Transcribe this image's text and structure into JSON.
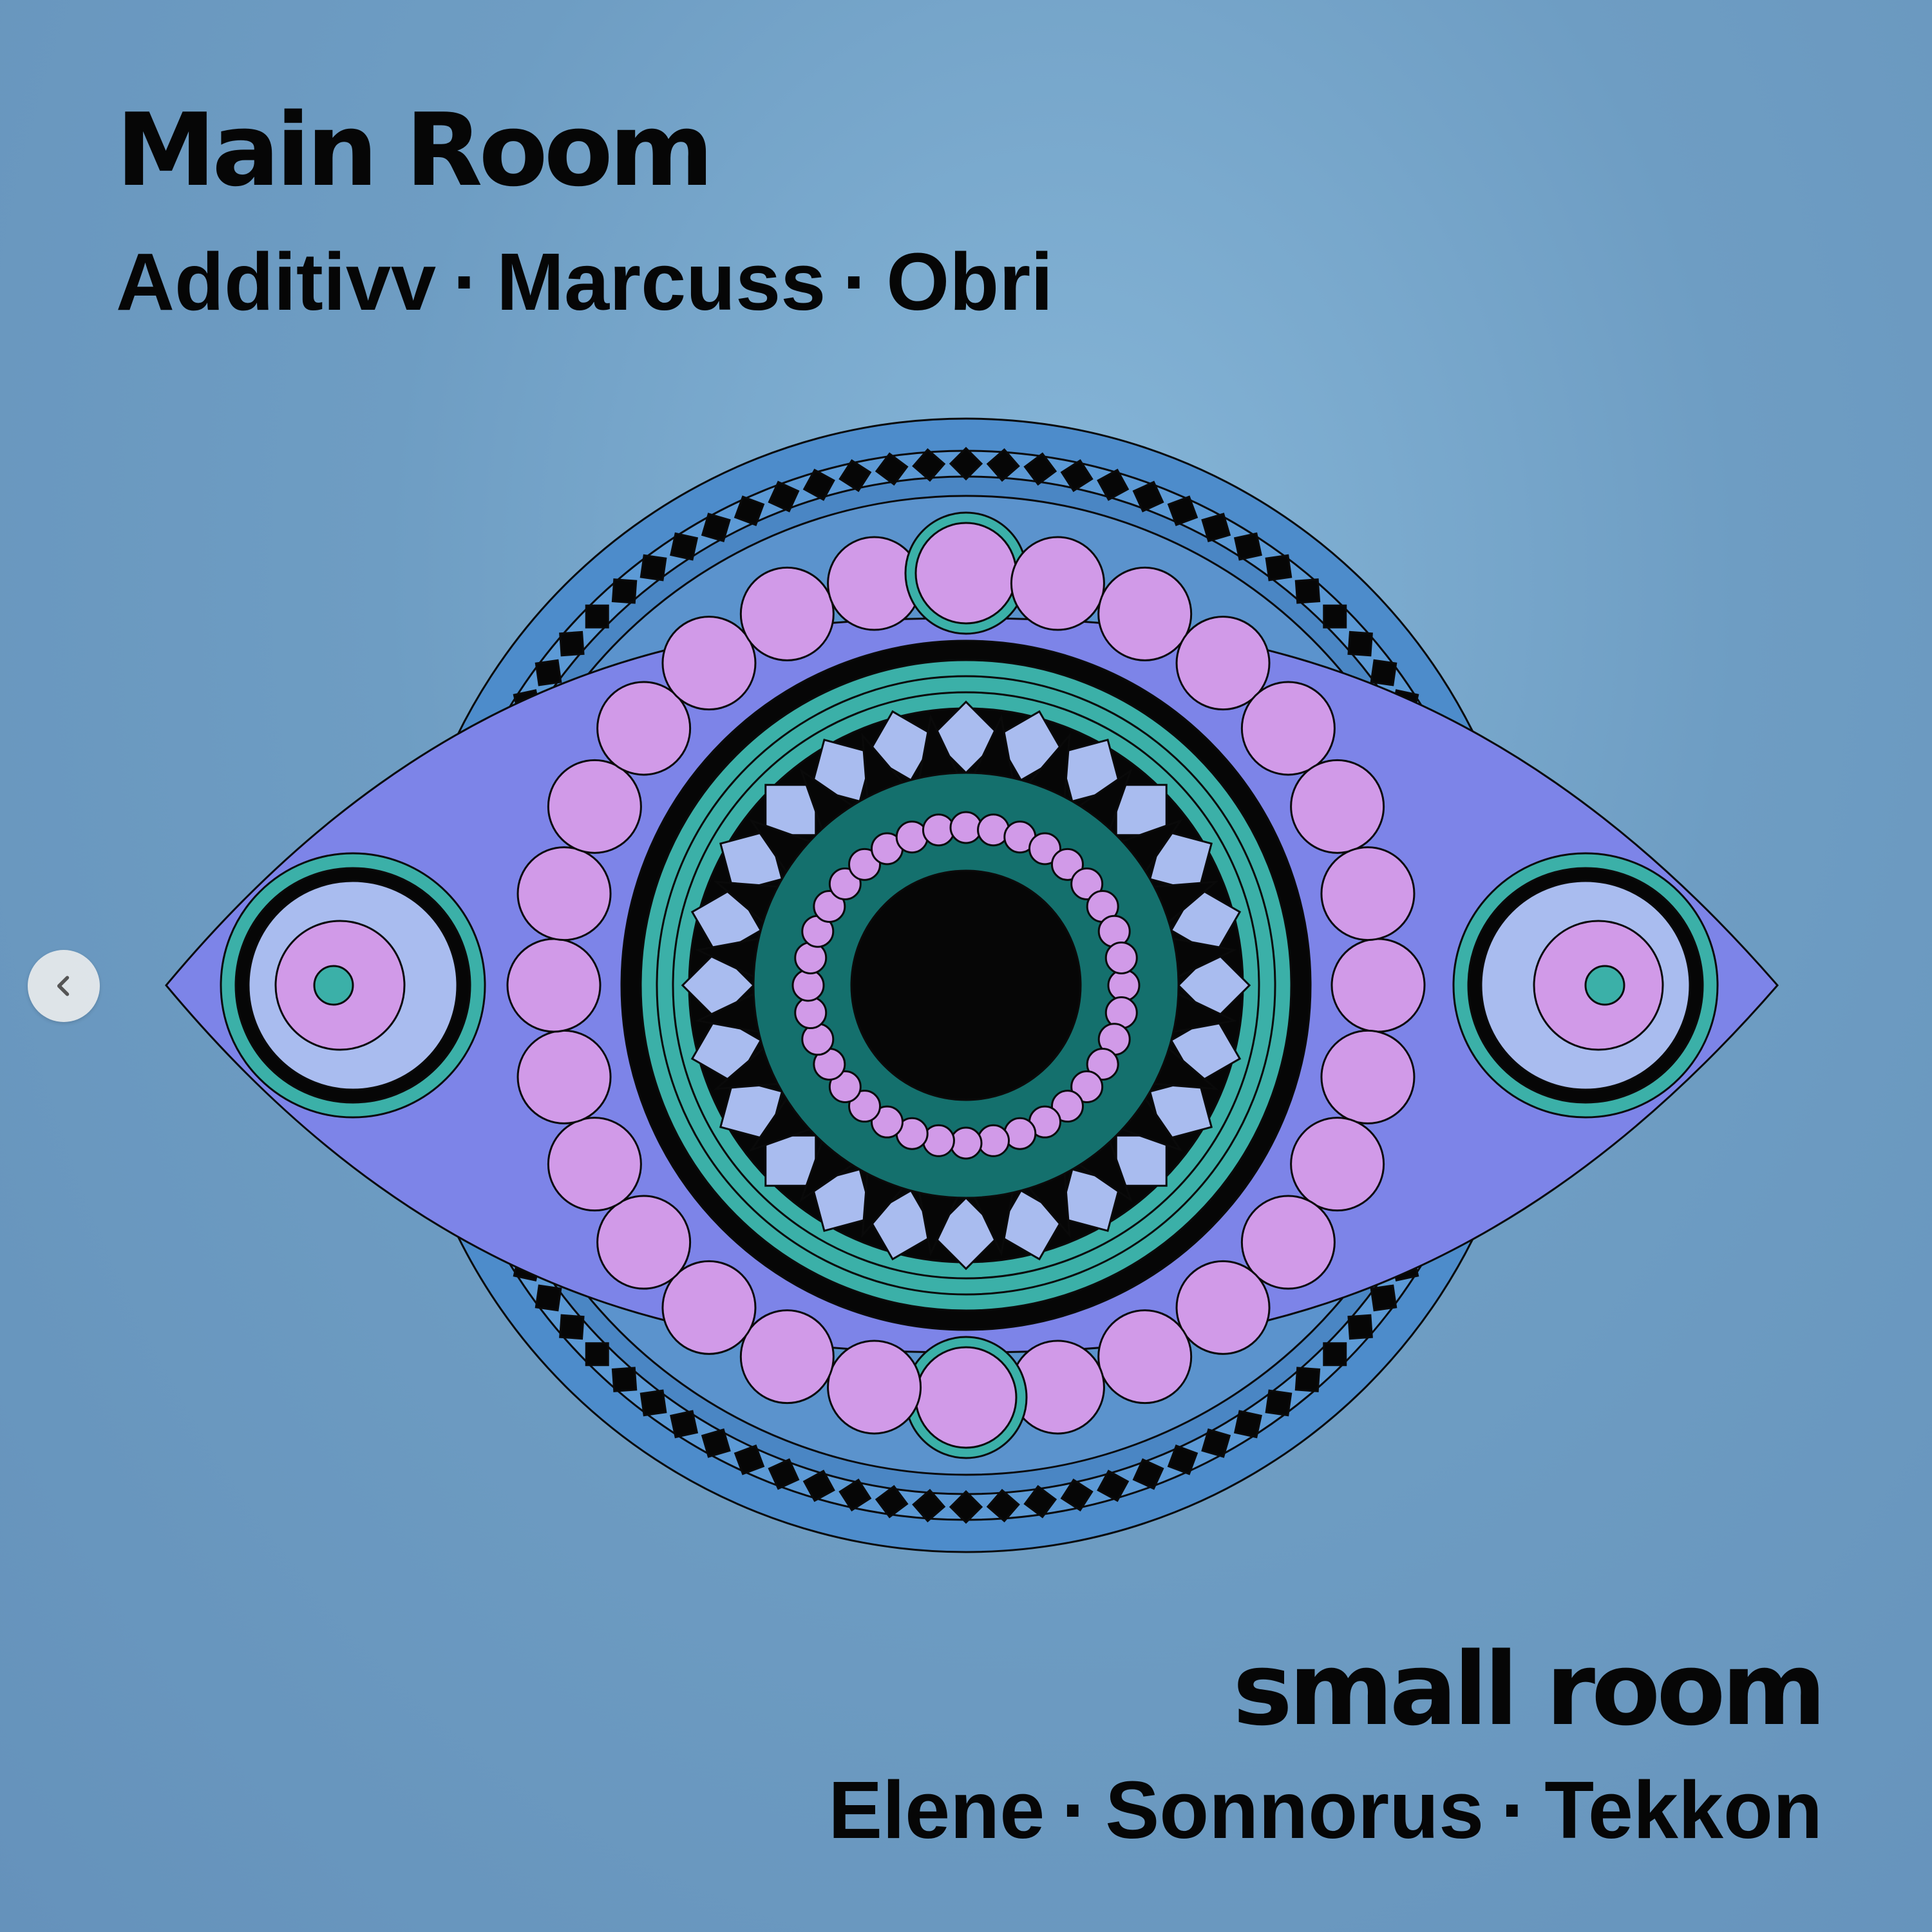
{
  "main_room": {
    "title": "Main Room",
    "artists": [
      "Additivv",
      "Marcuss",
      "Obri"
    ],
    "separator": "·"
  },
  "small_room": {
    "title": "small room",
    "artists": [
      "Elene",
      "Sonnorus",
      "Tekkon"
    ],
    "separator": "·"
  },
  "carousel": {
    "icon": "chevron-left-icon"
  },
  "colors": {
    "background": "#6e9dc3",
    "eye_shape": "#7d84e8",
    "pink_dot": "#d19ae8",
    "teal": "#3bb0a8",
    "dark_teal": "#14706d",
    "pale_blue": "#a9bcef",
    "ring_blue": "#4d8ccb",
    "black": "#060606"
  }
}
